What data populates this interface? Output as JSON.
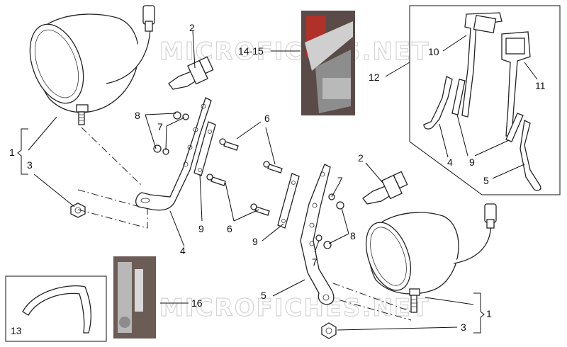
{
  "watermark_text": "MICROFICHES.NET",
  "callouts": {
    "c1_left": "1",
    "c2_top": "2",
    "c3_left": "3",
    "c8_left": "8",
    "c7_left": "7",
    "c6_top": "6",
    "c6_bottom": "6",
    "c9_left": "9",
    "c4_left": "4",
    "c14_15": "14-15",
    "c10": "10",
    "c12": "12",
    "c11": "11",
    "c4_box": "4",
    "c9_box": "9",
    "c5_box": "5",
    "c2_right": "2",
    "c7_right": "7",
    "c8_right": "8",
    "c9_mid": "9",
    "c7_mid": "7",
    "c5_bottom": "5",
    "c16": "16",
    "c13": "13",
    "c1_right": "1",
    "c3_right": "3"
  },
  "colors": {
    "line": "#111111",
    "watermark": "#d4d4d4",
    "photo_dark": "#5a4a48",
    "photo_accent": "#b0302a"
  }
}
